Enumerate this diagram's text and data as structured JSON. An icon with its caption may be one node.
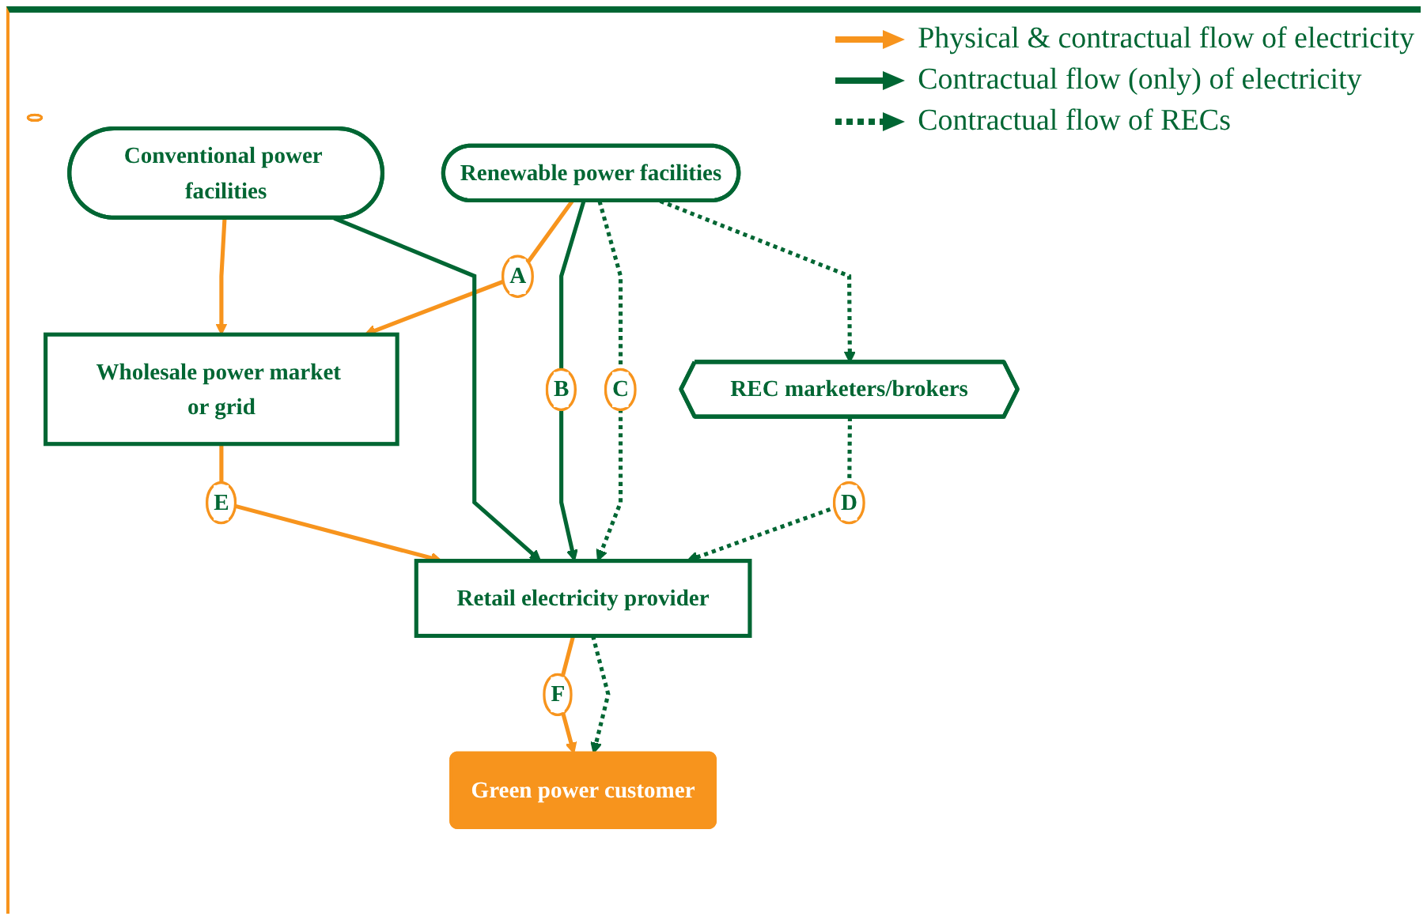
{
  "diagram": {
    "nodes": [
      {
        "text": [
          "Conventional power facilities"
        ]
      },
      {
        "text": [
          "Renewable power facilities"
        ]
      },
      {
        "text": [
          "Wholesale power market or grid"
        ]
      },
      {
        "text": [
          "Retail electricity provider"
        ]
      },
      {
        "text": [
          "REC marketers/brokers"
        ]
      },
      {
        "text": [
          "Green power customer"
        ]
      }
    ],
    "edges": [
      {
        "from": 0,
        "to": 2,
        "arrow": "to",
        "color": "#f7941d"
      },
      {
        "from": 1,
        "to": 2,
        "label": "A",
        "arrow": "to",
        "color": "#f7941d"
      },
      {
        "from": 0,
        "to": 3,
        "arrow": "to"
      },
      {
        "from": 1,
        "to": 3,
        "label": "B",
        "arrow": "to"
      },
      {
        "from": 1,
        "to": 3,
        "label": "C",
        "arrow": "to",
        "style": "dashed"
      },
      {
        "from": 1,
        "to": 4,
        "arrow": "to",
        "style": "dashed"
      },
      {
        "from": 4,
        "to": 3,
        "label": "D",
        "arrow": "to",
        "style": "dashed"
      },
      {
        "from": 2,
        "to": 3,
        "label": "E",
        "arrow": "to",
        "color": "#f7941d"
      },
      {
        "from": 3,
        "to": 5,
        "label": "F",
        "arrow": "to",
        "color": "#f7941d"
      },
      {
        "from": 3,
        "to": 5,
        "arrow": "to",
        "style": "dashed"
      }
    ],
    "legend": [
      {
        "text": "Physical & contractual flow of electricity"
      },
      {
        "text": "Contractual flow (only) of electricity"
      },
      {
        "text": "Contractual flow of RECs"
      }
    ]
  }
}
